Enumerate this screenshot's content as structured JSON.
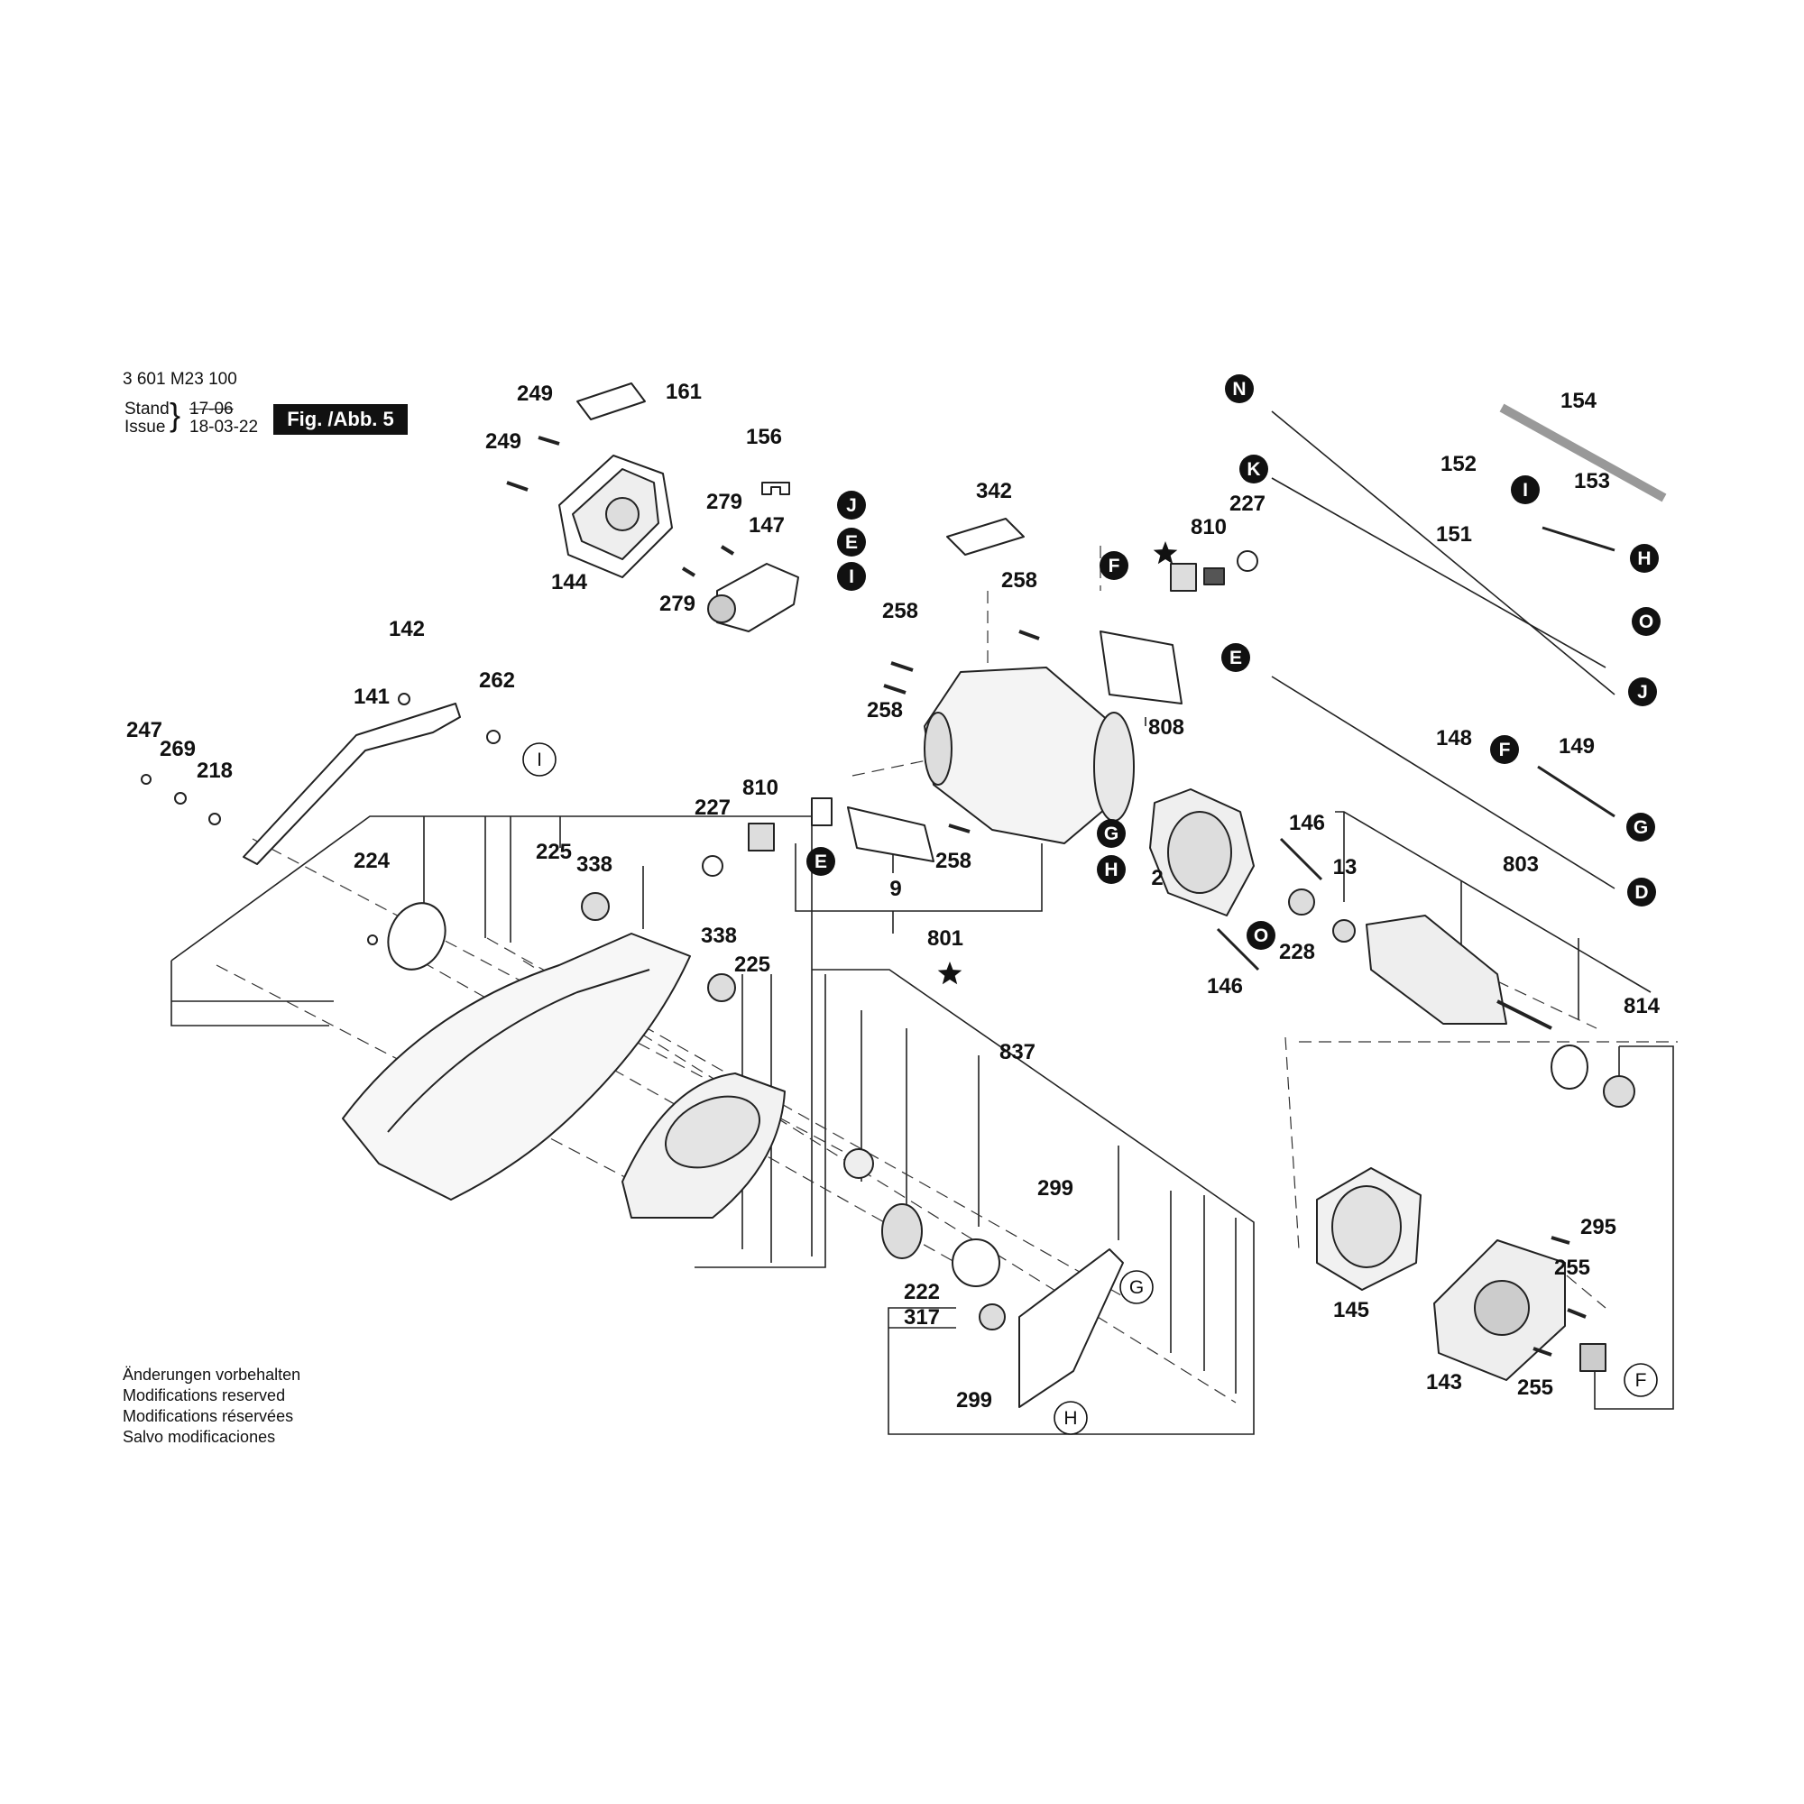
{
  "header": {
    "drawing_number": "3 601 M23 100",
    "stand_label": "Stand",
    "issue_label": "Issue",
    "stand_date_struck": "17-06",
    "issue_date": "18-03-22",
    "figure_label": "Fig. /Abb. 5"
  },
  "notes": [
    "Änderungen vorbehalten",
    "Modifications reserved",
    "Modifications réservées",
    "Salvo modificaciones"
  ],
  "part_labels": [
    "161",
    "249",
    "249",
    "144",
    "156",
    "279",
    "147",
    "279",
    "142",
    "141",
    "262",
    "247",
    "269",
    "218",
    "224",
    "225",
    "338",
    "338",
    "225",
    "342",
    "258",
    "258",
    "258",
    "258",
    "808",
    "810",
    "227",
    "810",
    "227",
    "9",
    "801",
    "2",
    "146",
    "146",
    "13",
    "228",
    "154",
    "152",
    "153",
    "151",
    "148",
    "149",
    "803",
    "814",
    "837",
    "299",
    "222",
    "317",
    "299",
    "145",
    "295",
    "255",
    "255",
    "143"
  ],
  "connectors": {
    "filled": [
      "N",
      "K",
      "I",
      "H",
      "O",
      "J",
      "J",
      "E",
      "I",
      "F",
      "E",
      "F",
      "G",
      "D",
      "G",
      "H",
      "E",
      "O"
    ],
    "outlined": [
      "I",
      "G",
      "H",
      "F"
    ]
  },
  "symbols": {
    "star": "star-icon"
  }
}
